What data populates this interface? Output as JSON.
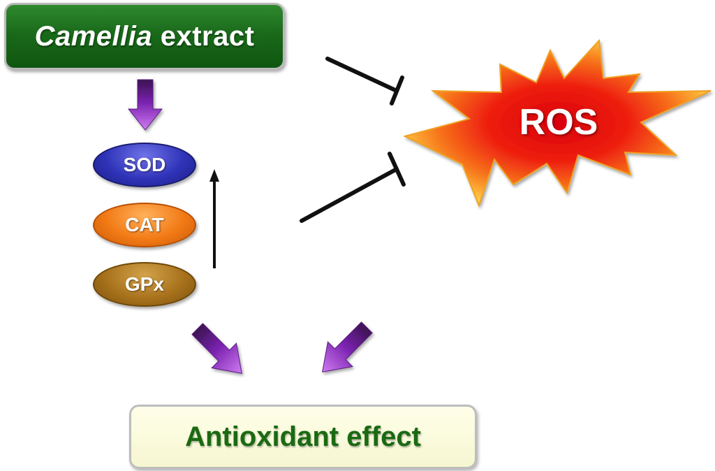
{
  "source": {
    "genus": "Camellia",
    "rest": " extract"
  },
  "enzymes": [
    {
      "label": "SOD",
      "color": "#2f33b8"
    },
    {
      "label": "CAT",
      "color": "#f27a15"
    },
    {
      "label": "GPx",
      "color": "#a8721c"
    }
  ],
  "target": {
    "label": "ROS",
    "color": "#e8100c"
  },
  "outcome": {
    "label": "Antioxidant effect",
    "color": "#1a6a12"
  },
  "colors": {
    "source_box": "#1a6a1a",
    "arrow_purple": "#9b2ad6",
    "inhibit_line": "#111111"
  }
}
